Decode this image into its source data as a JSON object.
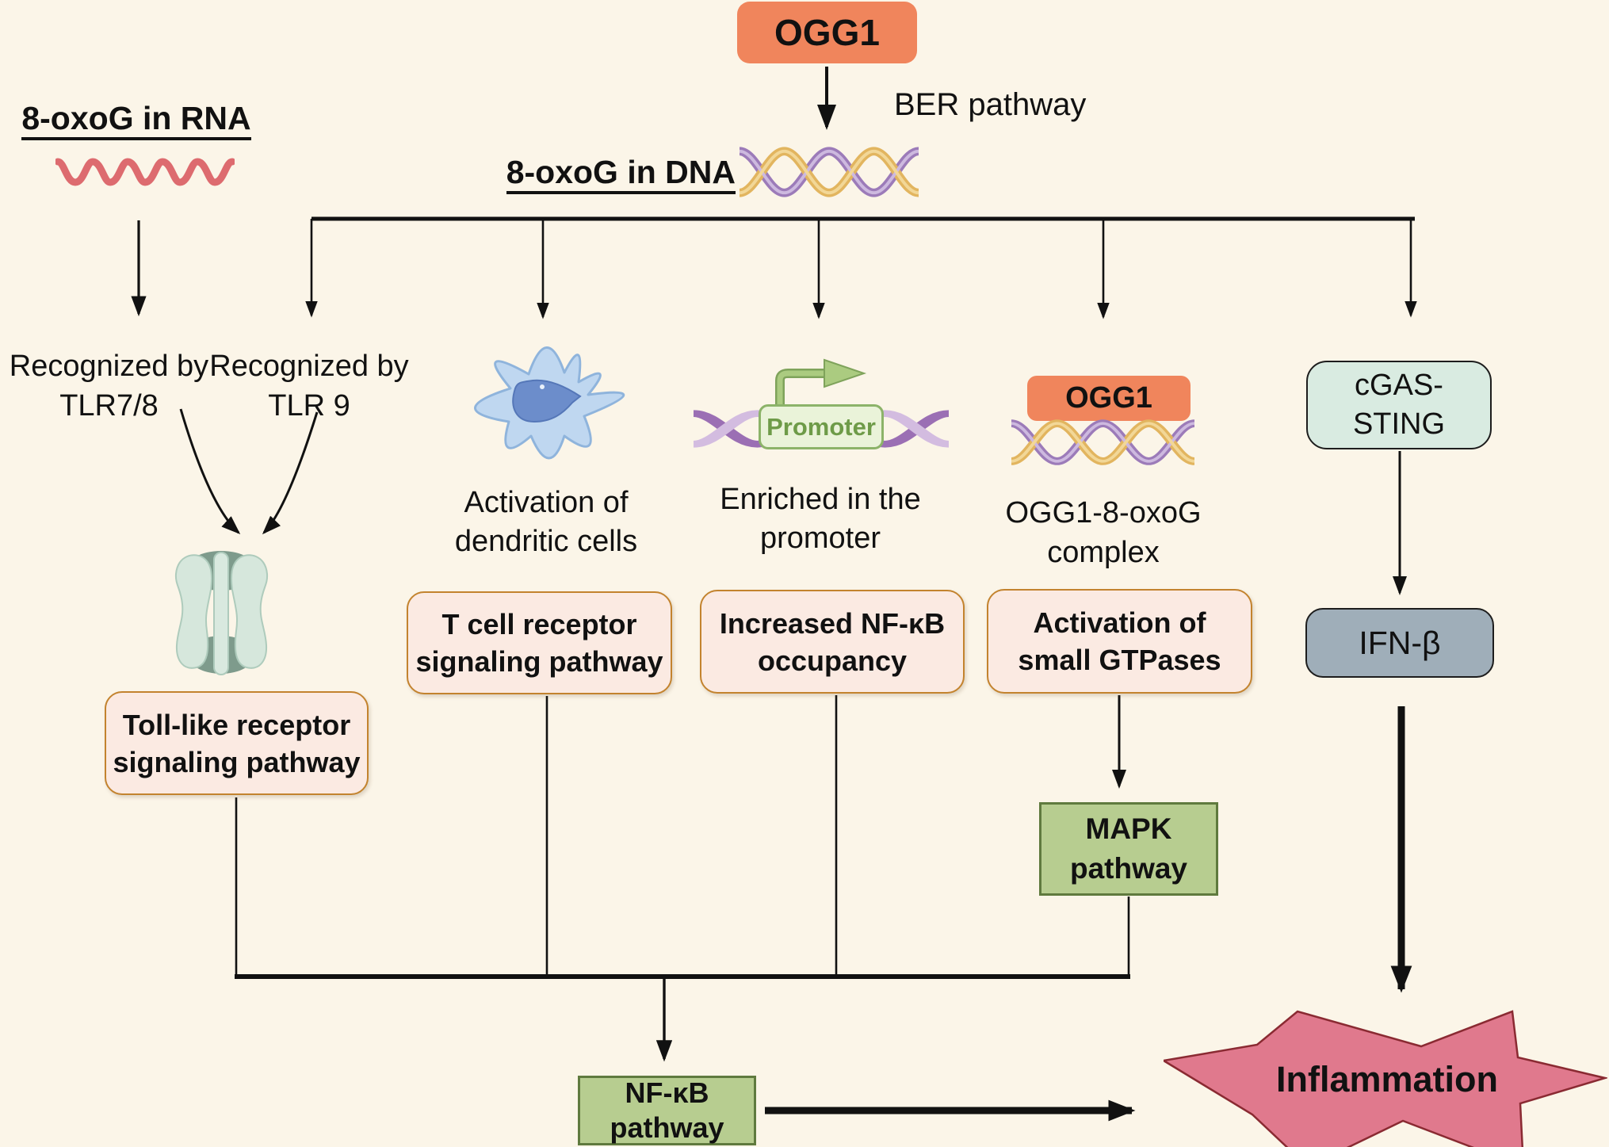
{
  "colors": {
    "background": "#FBF5E8",
    "orange": "#F0855C",
    "pink_box_fill": "#FBEAE2",
    "pink_box_border": "#C3832E",
    "green_box_fill": "#B7CD90",
    "green_box_border": "#5F7A3E",
    "mint_fill": "#D9EBE1",
    "gray_fill": "#9FAEB9",
    "star_fill": "#E0798D",
    "star_border": "#8A2A32",
    "rna_red": "#DD6B6F",
    "dna_purple": "#9C7BB9",
    "dna_gold": "#E2B55F",
    "promoter_green": "#ABCB80"
  },
  "nodes": {
    "ogg1_top": "OGG1",
    "ber": "BER pathway",
    "dna_label": "8-oxoG in DNA",
    "rna_label": "8-oxoG in RNA",
    "tlr78_l1": "Recognized by",
    "tlr78_l2": "TLR7/8",
    "tlr9_l1": "Recognized by",
    "tlr9_l2": "TLR 9",
    "dendritic_l1": "Activation of",
    "dendritic_l2": "dendritic cells",
    "promoter_tag": "Promoter",
    "enriched_l1": "Enriched in the",
    "enriched_l2": "promoter",
    "ogg1_small": "OGG1",
    "complex_l1": "OGG1-8-oxoG",
    "complex_l2": "complex",
    "toll_l1": "Toll-like receptor",
    "toll_l2": "signaling pathway",
    "tcell_l1": "T cell receptor",
    "tcell_l2": "signaling pathway",
    "occ_l1": "Increased NF-κB",
    "occ_l2": "occupancy",
    "gtp_l1": "Activation of",
    "gtp_l2": "small GTPases",
    "cgas_l1": "cGAS-",
    "cgas_l2": "STING",
    "ifnb": "IFN-β",
    "mapk_l1": "MAPK",
    "mapk_l2": "pathway",
    "nfkb_l1": "NF-κB",
    "nfkb_l2": "pathway",
    "inflammation": "Inflammation"
  }
}
